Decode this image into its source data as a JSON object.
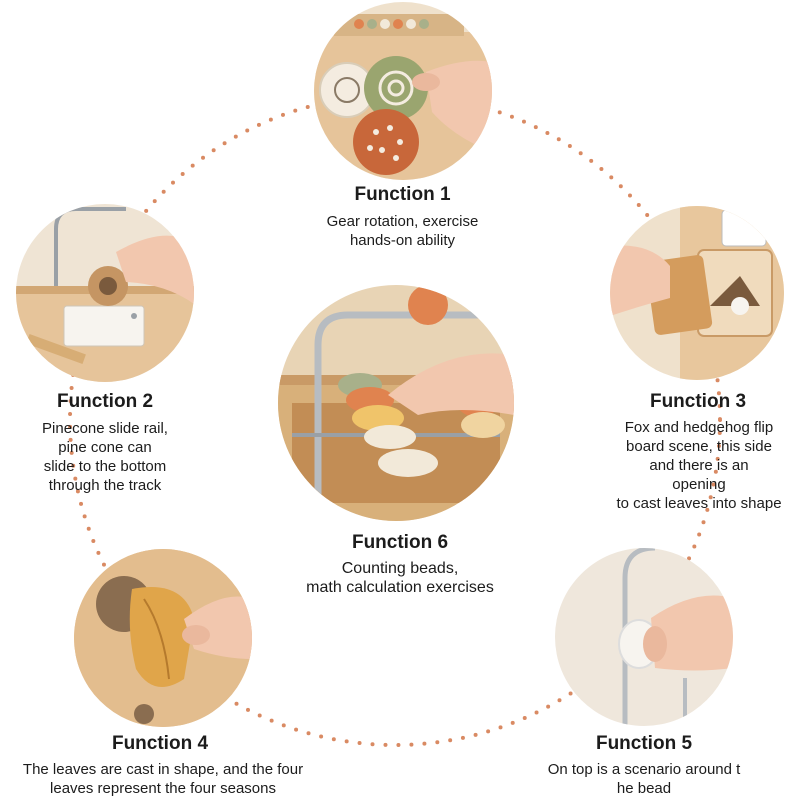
{
  "colors": {
    "dots": "#d98a63",
    "wood": "#e8c79d",
    "wood_dark": "#c99a66",
    "skin": "#f2c7ae",
    "bead_orange": "#e0834f",
    "bead_sage": "#a8b08a",
    "bead_cream": "#f2e9d9",
    "gear_rust": "#c8673a",
    "gear_sage": "#9aa56f"
  },
  "functions": [
    {
      "id": "function-1",
      "title": "Function 1",
      "lines": [
        "Gear rotation, exercise",
        "hands-on ability"
      ]
    },
    {
      "id": "function-2",
      "title": "Function 2",
      "lines": [
        "Pinecone slide rail,",
        "pine cone can",
        "slide to the bottom",
        "through the track"
      ]
    },
    {
      "id": "function-3",
      "title": "Function 3",
      "lines": [
        "Fox and hedgehog flip",
        "board scene, this side",
        "and there is an",
        "opening",
        "to cast leaves into shape"
      ]
    },
    {
      "id": "function-4",
      "title": "Function 4",
      "lines": [
        "The leaves are cast in shape, and the four",
        "leaves represent the four seasons"
      ]
    },
    {
      "id": "function-5",
      "title": "Function 5",
      "lines": [
        "On top is a scenario around t",
        "he bead"
      ]
    },
    {
      "id": "function-6",
      "title": "Function 6",
      "lines": [
        "Counting beads,",
        "math calculation exercises"
      ]
    }
  ]
}
